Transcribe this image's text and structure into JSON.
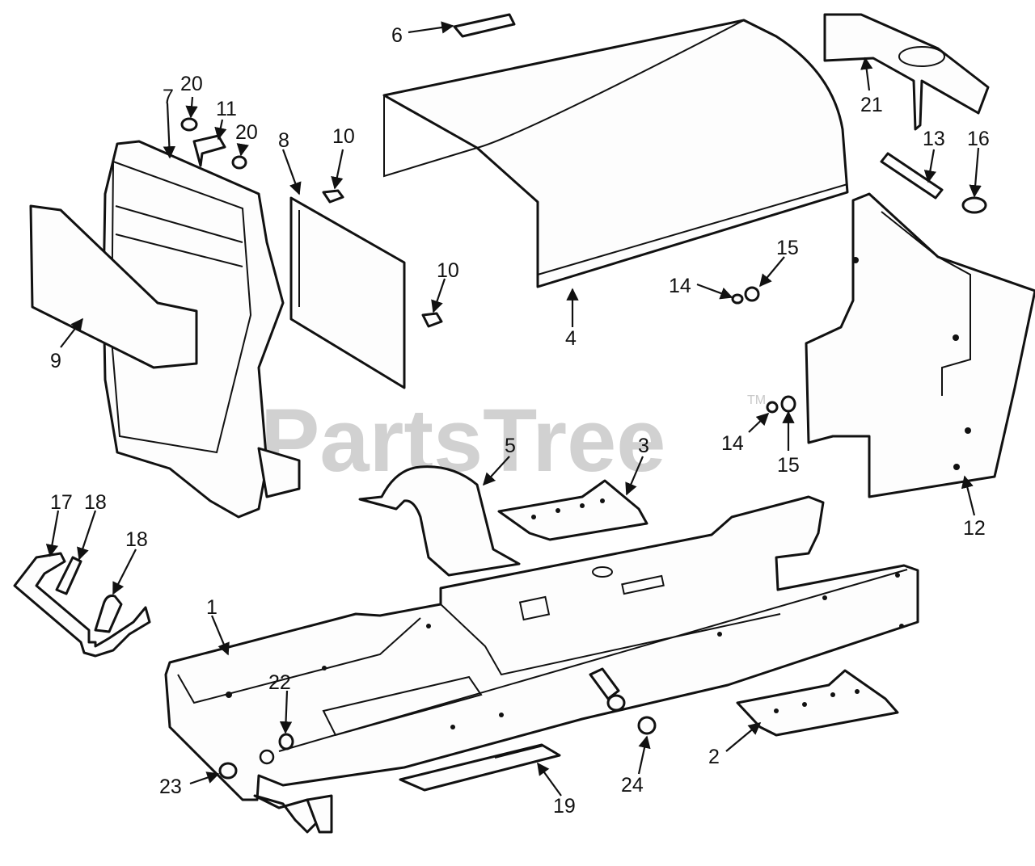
{
  "watermark": {
    "brand": "PartsTree",
    "trademark": "TM"
  },
  "callouts": {
    "c1": "1",
    "c2": "2",
    "c3": "3",
    "c4": "4",
    "c5": "5",
    "c6": "6",
    "c7": "7",
    "c8": "8",
    "c9": "9",
    "c10a": "10",
    "c10b": "10",
    "c11": "11",
    "c12": "12",
    "c13": "13",
    "c14a": "14",
    "c14b": "14",
    "c15a": "15",
    "c15b": "15",
    "c16": "16",
    "c17": "17",
    "c18a": "18",
    "c18b": "18",
    "c19": "19",
    "c20a": "20",
    "c20b": "20",
    "c21": "21",
    "c22": "22",
    "c23": "23",
    "c24": "24"
  }
}
